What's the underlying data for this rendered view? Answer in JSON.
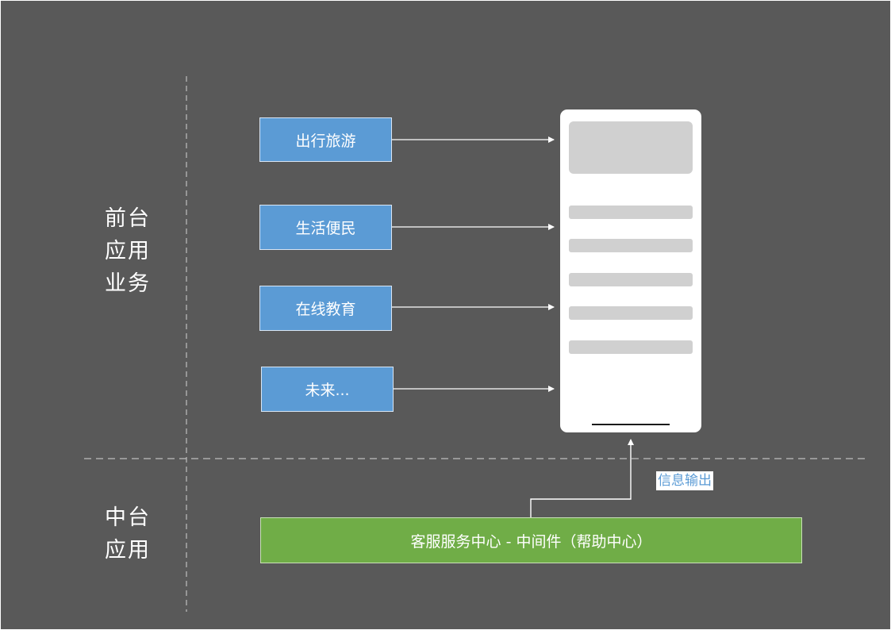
{
  "front_section": {
    "lines": [
      "前台",
      "应用",
      "业务"
    ]
  },
  "middle_section": {
    "lines": [
      "中台",
      "应用"
    ]
  },
  "business_boxes": [
    {
      "label": "出行旅游"
    },
    {
      "label": "生活便民"
    },
    {
      "label": "在线教育"
    },
    {
      "label": "未来..."
    }
  ],
  "output_label": "信息输出",
  "middleware_label": "客服服务中心 - 中间件（帮助中心）",
  "colors": {
    "background": "#595959",
    "business_box": "#5b9bd5",
    "middleware": "#70ad47",
    "phone": "#ffffff",
    "placeholder": "#d0d0d0"
  }
}
